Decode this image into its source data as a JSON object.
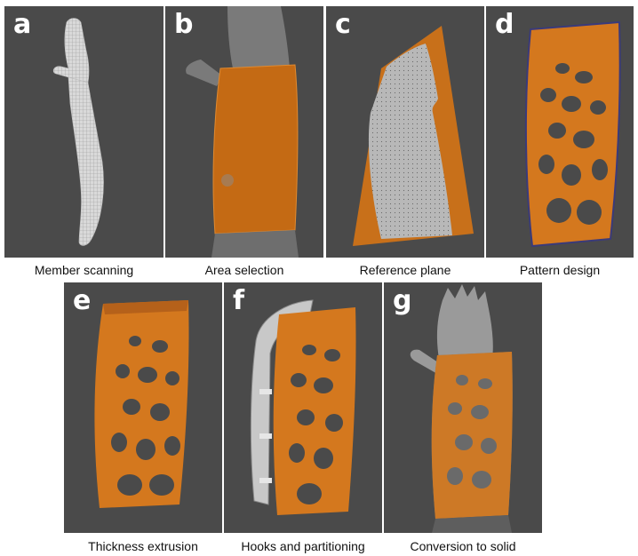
{
  "panels": [
    {
      "letter": "a",
      "caption": "Member scanning"
    },
    {
      "letter": "b",
      "caption": "Area selection"
    },
    {
      "letter": "c",
      "caption": "Reference plane"
    },
    {
      "letter": "d",
      "caption": "Pattern design"
    },
    {
      "letter": "e",
      "caption": "Thickness extrusion"
    },
    {
      "letter": "f",
      "caption": "Hooks and partitioning"
    },
    {
      "letter": "g",
      "caption": "Conversion to solid"
    }
  ],
  "colors": {
    "background": "#4a4a4a",
    "orthosis": "#d4781e",
    "mesh": "#cfcfcf",
    "skin": "#8a8a8a",
    "text": "#111111",
    "letter": "#ffffff"
  }
}
